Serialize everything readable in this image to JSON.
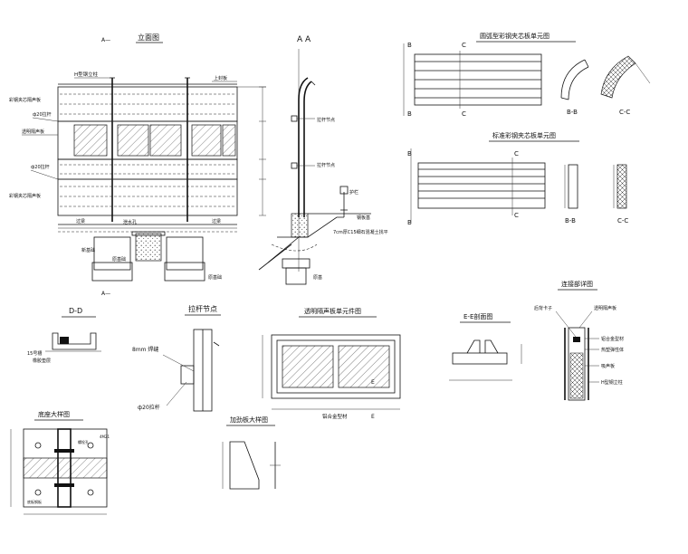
{
  "titles": {
    "elevation": "立面图",
    "section_aa": "A A",
    "arc_panel": "圆弧型彩钢夹芯板单元图",
    "std_panel": "标准彩钢夹芯板单元图",
    "dd": "D-D",
    "tie_node": "拉杆节点",
    "glass_unit": "透明隔声板单元件图",
    "ee": "E-E剖面图",
    "joint_detail": "连接部详图",
    "base_detail": "底座大样图",
    "rib_detail": "加劲板大样图"
  },
  "elevation_labels": {
    "h_steel_column": "H型钢立柱",
    "top_cap": "上封板",
    "steel_panel_1": "彩钢夹芯隔声板",
    "tie_rod_1": "ф20拉杆",
    "glass_panel": "透明隔声板",
    "tie_rod_2": "ф20拉杆",
    "steel_panel_2": "彩钢夹芯隔声板",
    "bridge_left": "过梁",
    "bridge_right": "过梁",
    "drain_hole": "泄水孔",
    "new_foundation": "新基础",
    "old_foundation": "原基础",
    "foundation_right": "原基础",
    "section_mark_top": "A—",
    "section_mark_bottom": "A—"
  },
  "section_labels": {
    "tie_node_1": "拉杆节点",
    "tie_node_2": "拉杆节点",
    "anchor": "护栏",
    "steel_plate": "钢板基",
    "concrete": "7cm厚C15细石混凝土找平",
    "base": "原基"
  },
  "panel_labels": {
    "b_top": "B",
    "c_top": "C",
    "b_bottom": "B",
    "c_bottom": "C",
    "bb": "B-B",
    "cc": "C-C",
    "b2_top": "B",
    "c2_top": "C",
    "b2_bottom": "B",
    "c2_bottom": "C",
    "bb2": "B-B",
    "cc2": "C-C"
  },
  "detail_labels": {
    "dd_channel": "15号槽",
    "dd_rubber": "橡胶垫层",
    "weld": "8mm 焊缝",
    "tie_rod": "ф20拉杆",
    "aluminum_frame": "铝合金型材",
    "e_mark": "E",
    "e_mark_bottom": "E",
    "clip": "后背卡子",
    "glass": "透明隔声板",
    "alu_profile": "铝合金型材",
    "elastic": "热塑弹性体",
    "absorb": "吸声板",
    "h_column": "H型钢立柱",
    "base_note": "螺栓孔",
    "base_note2": "4M21",
    "base_bottom": "底板钢板"
  }
}
